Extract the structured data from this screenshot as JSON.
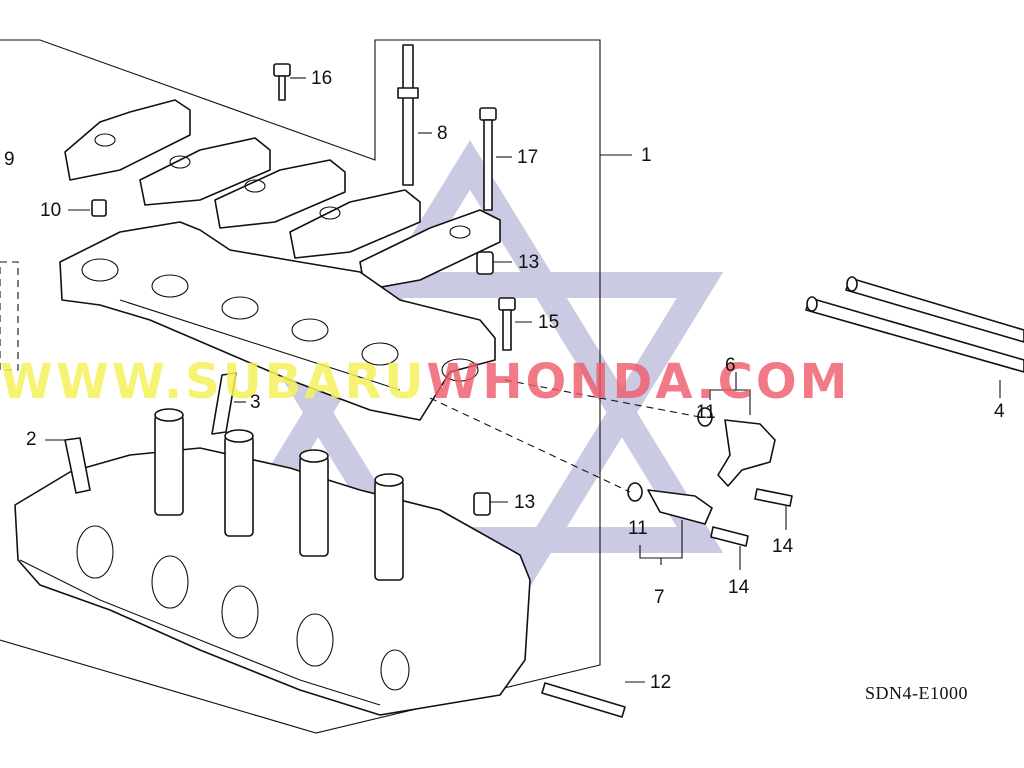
{
  "diagram": {
    "callouts": [
      {
        "id": "c1",
        "text": "1"
      },
      {
        "id": "c2",
        "text": "2"
      },
      {
        "id": "c3",
        "text": "3"
      },
      {
        "id": "c4",
        "text": "4"
      },
      {
        "id": "c6",
        "text": "6"
      },
      {
        "id": "c7",
        "text": "7"
      },
      {
        "id": "c8",
        "text": "8"
      },
      {
        "id": "c9",
        "text": "9"
      },
      {
        "id": "c10",
        "text": "10"
      },
      {
        "id": "c11a",
        "text": "11"
      },
      {
        "id": "c11b",
        "text": "11"
      },
      {
        "id": "c12",
        "text": "12"
      },
      {
        "id": "c13a",
        "text": "13"
      },
      {
        "id": "c13b",
        "text": "13"
      },
      {
        "id": "c14a",
        "text": "14"
      },
      {
        "id": "c14b",
        "text": "14"
      },
      {
        "id": "c15",
        "text": "15"
      },
      {
        "id": "c16",
        "text": "16"
      },
      {
        "id": "c17",
        "text": "17"
      }
    ],
    "diagram_code": "SDN4-E1000",
    "watermark": {
      "part_a": "WWW.SUBARU",
      "part_b": "WHONDA.COM"
    }
  }
}
